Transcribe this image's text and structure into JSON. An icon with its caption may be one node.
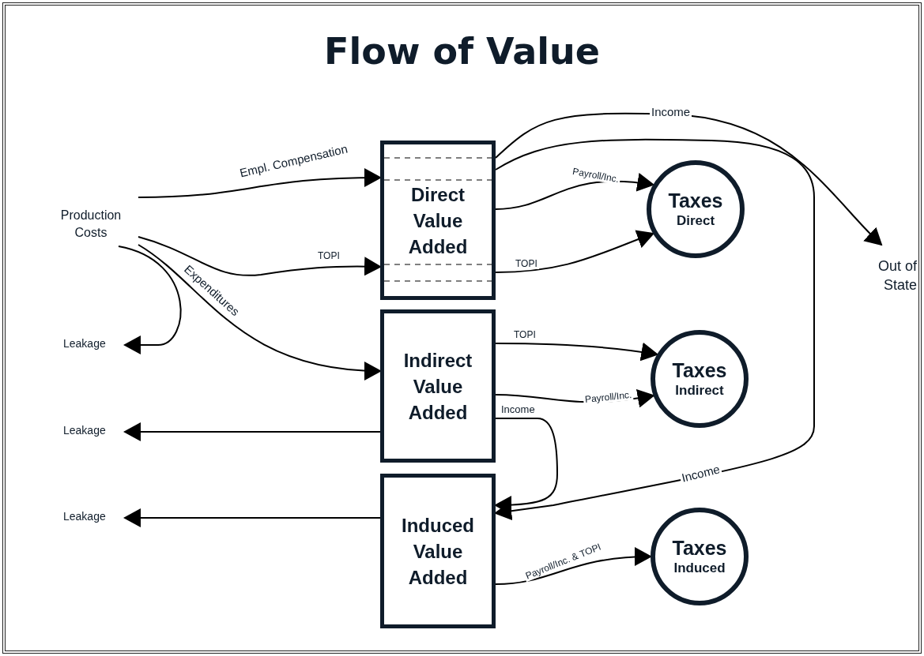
{
  "diagram": {
    "title": "Flow of Value",
    "nodes": [
      {
        "text": [
          "Production Costs"
        ]
      },
      {
        "text": [
          "Direct Value Added"
        ]
      },
      {
        "text": [
          "Indirect Value Added"
        ]
      },
      {
        "text": [
          "Induced Value Added"
        ]
      },
      {
        "text": [
          "Taxes",
          "Direct"
        ]
      },
      {
        "text": [
          "Taxes",
          "Indirect"
        ]
      },
      {
        "text": [
          "Taxes",
          "Induced"
        ]
      },
      {
        "text": [
          "Out of State"
        ]
      },
      {
        "text": [
          "Leakage"
        ]
      },
      {
        "text": [
          "Leakage"
        ]
      },
      {
        "text": [
          "Leakage"
        ]
      }
    ],
    "edges": [
      {
        "from": 0,
        "to": 1,
        "arrow": "to",
        "label": "Empl. Compensation"
      },
      {
        "from": 0,
        "to": 1,
        "arrow": "to",
        "label": "TOPI"
      },
      {
        "from": 0,
        "to": 2,
        "arrow": "to",
        "label": "Expenditures"
      },
      {
        "from": 0,
        "to": 8,
        "arrow": "to"
      },
      {
        "from": 1,
        "to": 4,
        "arrow": "to",
        "label": "Payroll/Inc."
      },
      {
        "from": 1,
        "to": 4,
        "arrow": "to",
        "label": "TOPI"
      },
      {
        "from": 1,
        "to": 7,
        "arrow": "to",
        "label": "Income"
      },
      {
        "from": 1,
        "to": 3,
        "arrow": "to",
        "label": "Income"
      },
      {
        "from": 2,
        "to": 5,
        "arrow": "to",
        "label": "TOPI"
      },
      {
        "from": 2,
        "to": 5,
        "arrow": "to",
        "label": "Payroll/Inc."
      },
      {
        "from": 2,
        "to": 3,
        "arrow": "to",
        "label": "Income"
      },
      {
        "from": 2,
        "to": 9,
        "arrow": "to"
      },
      {
        "from": 3,
        "to": 10,
        "arrow": "to"
      },
      {
        "from": 3,
        "to": 6,
        "arrow": "to",
        "label": "Payroll/Inc. & TOPI"
      }
    ]
  }
}
